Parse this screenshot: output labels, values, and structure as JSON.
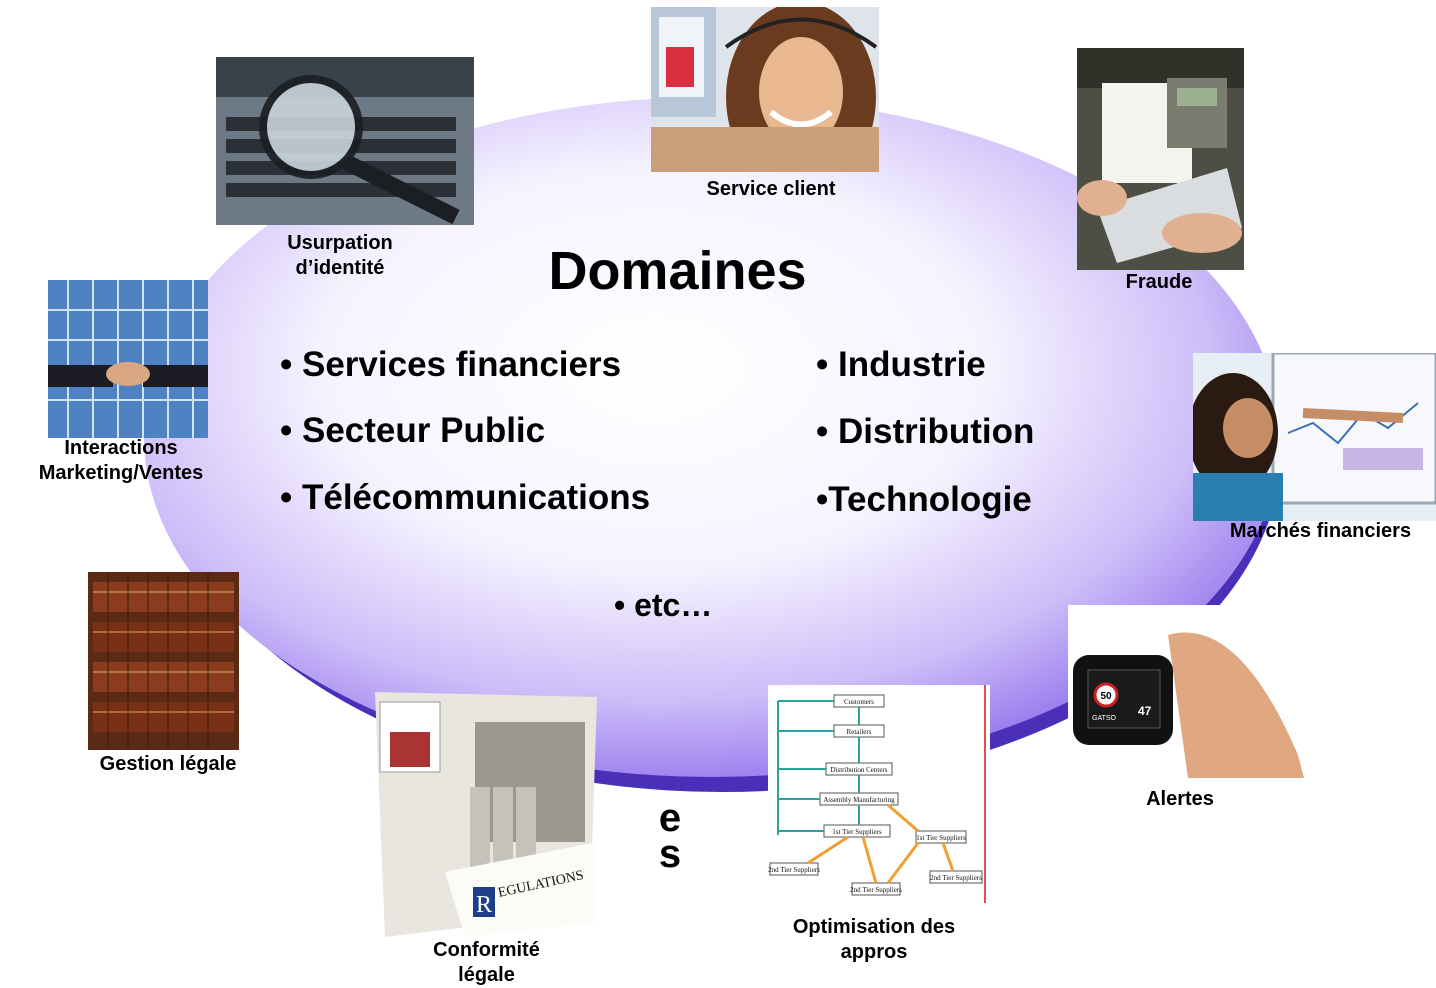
{
  "slide": {
    "title": "Domaines",
    "domains_left": [
      "• Services financiers",
      "• Secteur Public",
      "• Télécommunications"
    ],
    "domains_right": [
      "• Industrie",
      "• Distribution",
      "•Technologie"
    ],
    "etc": "• etc…",
    "vertical_fragment": "e s",
    "colors": {
      "ellipse_light": "#f4f0ff",
      "ellipse_dark": "#7b5de6",
      "ellipse_edge": "#4a2fb8"
    }
  },
  "use_cases": {
    "service_client": "Service client",
    "usurpation_line1": "Usurpation",
    "usurpation_line2": "d’identité",
    "fraude": "Fraude",
    "interactions_line1": "Interactions",
    "interactions_line2": "Marketing/Ventes",
    "marches": "Marchés financiers",
    "gestion": "Gestion légale",
    "alertes": "Alertes",
    "conformite_line1": "Conformité",
    "conformite_line2": "légale",
    "optimisation_line1": "Optimisation des",
    "optimisation_line2": "appros"
  },
  "images": {
    "newspaper_heading": "EGULATIONS",
    "newspaper_letter": "R",
    "device_speed": "50",
    "device_eta": "47",
    "device_brand": "GATSO",
    "flow_boxes": [
      "Customers",
      "Retailers",
      "Distribution Centers",
      "Assembly Manufacturing",
      "1st Tier Suppliers",
      "1st Tier Suppliers",
      "2nd Tier Suppliers",
      "2nd Tier Suppliers",
      "2nd Tier Suppliers"
    ]
  }
}
